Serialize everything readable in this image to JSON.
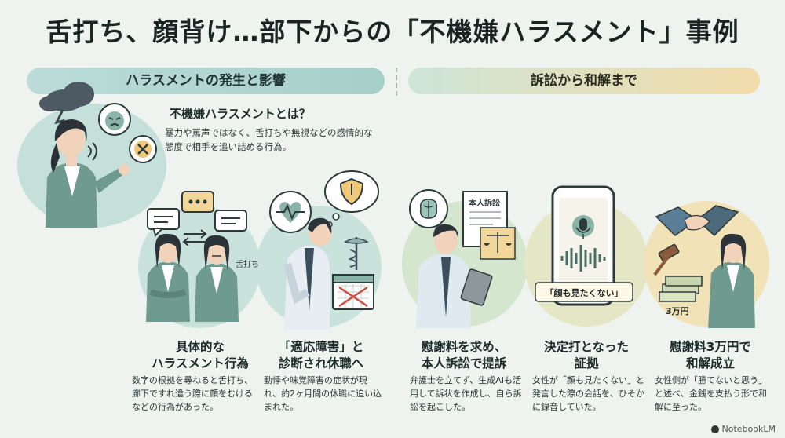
{
  "title": "舌打ち、顔背け…部下からの「不機嫌ハラスメント」事例",
  "sections": {
    "left": "ハラスメントの発生と影響",
    "right": "訴訟から和解まで"
  },
  "definition": {
    "title": "不機嫌ハラスメントとは？",
    "body": "暴力や罵声ではなく、舌打ちや無視などの感情的な態度で相手を追い詰める行為。"
  },
  "labels": {
    "tsk": "舌打ち",
    "lawsuit_doc": "本人訴訟",
    "quote": "「顔も見たくない」",
    "amount": "3万円"
  },
  "cards": [
    {
      "title_l1": "具体的な",
      "title_l2": "ハラスメント行為",
      "body": "数字の根拠を尋ねると舌打ち、廊下ですれ違う際に顔をむけるなどの行為があった。"
    },
    {
      "title_l1": "「適応障害」と",
      "title_l2": "診断され休職へ",
      "body": "動悸や味覚障害の症状が現れ、約2ヶ月間の休職に追い込まれた。"
    },
    {
      "title_l1": "慰謝料を求め、",
      "title_l2": "本人訴訟で提訴",
      "body": "弁護士を立てず、生成AIも活用して訴状を作成し、自ら訴訟を起こした。"
    },
    {
      "title_l1": "決定打となった",
      "title_l2": "証拠",
      "body": "女性が「顔も見たくない」と発言した際の会話を、ひそかに録音していた。"
    },
    {
      "title_l1": "慰謝料3万円で",
      "title_l2": "和解成立",
      "body": "女性側が「勝てないと思う」と述べ、金銭を支払う形で和解に至った。"
    }
  ],
  "footer": "NotebookLM",
  "colors": {
    "background": "#eef3ef",
    "teal": "#a7cfc9",
    "yellow": "#f2dcaa",
    "suit_green": "#6f9a8f",
    "suit_dark": "#3d4f5c"
  }
}
